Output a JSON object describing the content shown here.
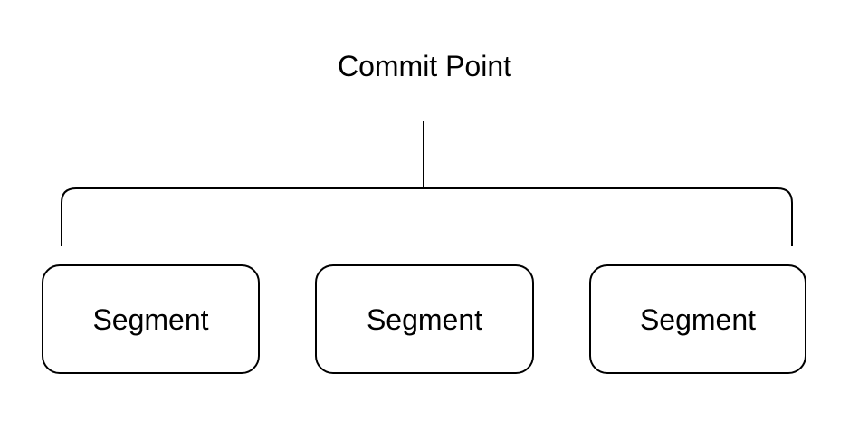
{
  "diagram": {
    "title": "Commit Point",
    "segments": [
      {
        "label": "Segment"
      },
      {
        "label": "Segment"
      },
      {
        "label": "Segment"
      }
    ],
    "colors": {
      "stroke": "#000000",
      "background": "#ffffff",
      "text": "#000000"
    }
  }
}
